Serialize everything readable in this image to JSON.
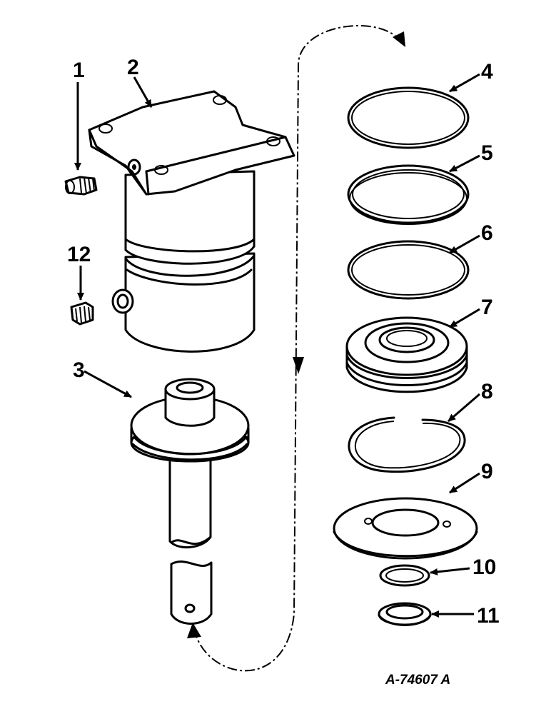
{
  "callouts": {
    "c1": "1",
    "c2": "2",
    "c3": "3",
    "c4": "4",
    "c5": "5",
    "c6": "6",
    "c7": "7",
    "c8": "8",
    "c9": "9",
    "c10": "10",
    "c11": "11",
    "c12": "12"
  },
  "reference_code": "A-74607 A",
  "colors": {
    "ink": "#000000",
    "paper": "#ffffff"
  }
}
